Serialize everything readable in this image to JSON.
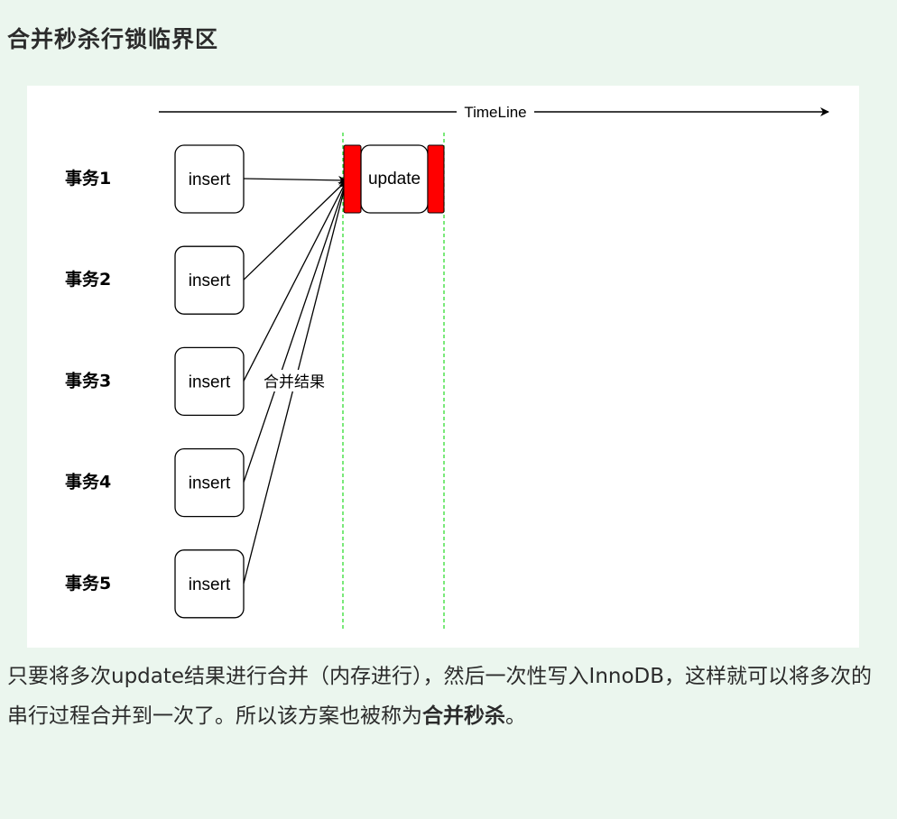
{
  "heading": "合并秒杀行锁临界区",
  "diagram": {
    "timeline_label": "TimeLine",
    "transactions": [
      "事务1",
      "事务2",
      "事务3",
      "事务4",
      "事务5"
    ],
    "insert_label": "insert",
    "update_label": "update",
    "merge_label": "合并结果",
    "colors": {
      "lock": "#ff0000",
      "boundary": "#33dd33"
    }
  },
  "paragraph": {
    "text": "只要将多次update结果进行合并（内存进行），然后一次性写入InnoDB，这样就可以将多次的串行过程合并到一次了。所以该方案也被称为",
    "bold": "合并秒杀",
    "end": "。"
  }
}
